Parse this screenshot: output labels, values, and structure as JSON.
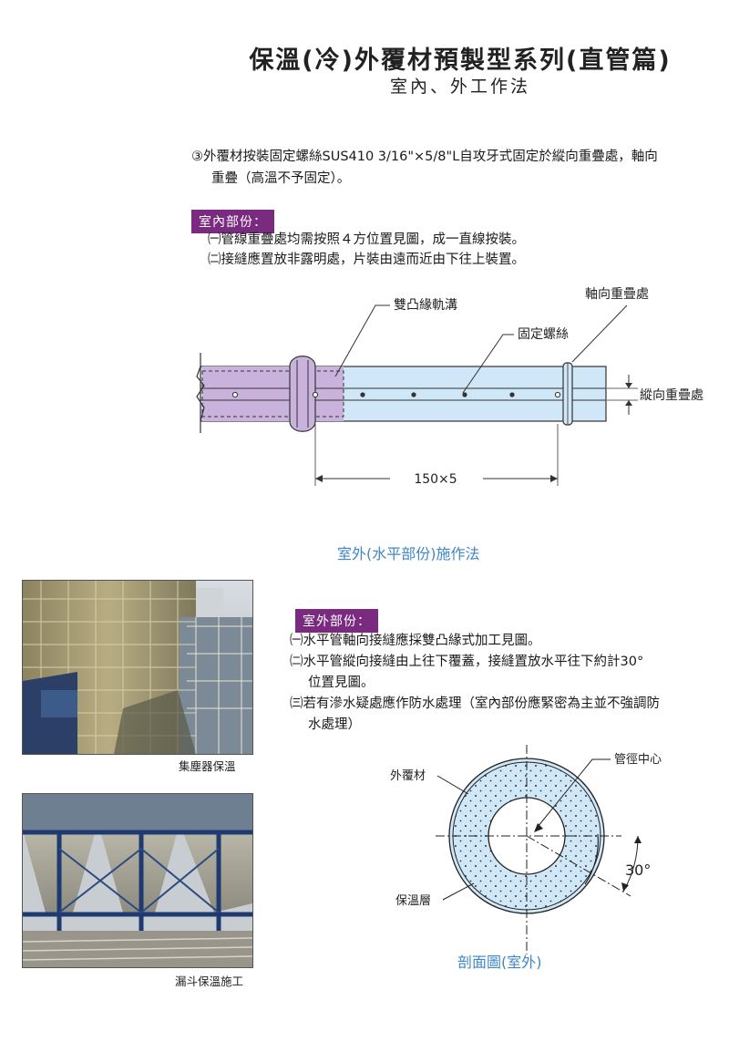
{
  "header": {
    "title": "保溫(冷)外覆材預製型系列(直管篇)",
    "subtitle": "室內、外工作法"
  },
  "intro": {
    "line1": "③外覆材按裝固定螺絲SUS410 3/16\"×5/8\"L自攻牙式固定於縱向重疊處，軸向",
    "line2": "重疊（高溫不予固定）。"
  },
  "indoor": {
    "tag": "室內部份：",
    "items": [
      "㈠管線重疊處均需按照４方位置見圖，成一直線按裝。",
      "㈡接縫應置放非露明處，片裝由遠而近由下往上裝置。"
    ]
  },
  "pipe_diagram": {
    "label_groove": "雙凸緣軌溝",
    "label_axial": "軸向重疊處",
    "label_screw": "固定螺絲",
    "label_longitudinal": "縱向重疊處",
    "dimension": "150×5",
    "caption": "室外(水平部份)施作法",
    "colors": {
      "indoor_segment": "#c9b3dc",
      "pipe_body": "#cfe7f7"
    }
  },
  "outdoor": {
    "tag": "室外部份：",
    "items": [
      {
        "line1": "㈠水平管軸向接縫應採雙凸緣式加工見圖。"
      },
      {
        "line1": "㈡水平管縱向接縫由上往下覆蓋，接縫置放水平往下約計30°",
        "line2": "位置見圖。"
      },
      {
        "line1": "㈢若有滲水疑處應作防水處理（室內部份應緊密為主並不強調防",
        "line2": "水處理）"
      }
    ]
  },
  "photos": [
    {
      "caption": "集塵器保溫"
    },
    {
      "caption": "漏斗保溫施工"
    }
  ],
  "cross_section": {
    "label_cover": "外覆材",
    "label_center": "管徑中心",
    "label_insulation": "保溫層",
    "angle": "30°",
    "caption": "剖面圖(室外)",
    "colors": {
      "ring": "#cfe7f7",
      "outline": "#222222"
    }
  }
}
